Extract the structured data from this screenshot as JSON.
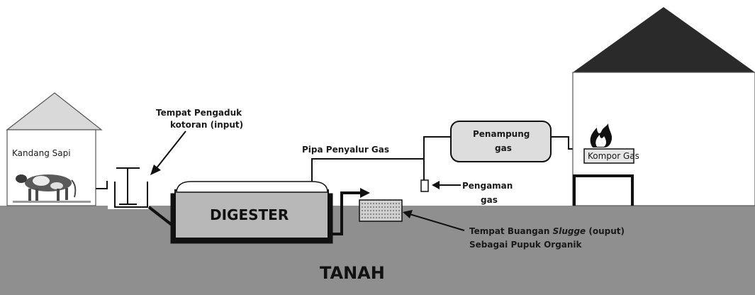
{
  "labels": {
    "kandang": "Kandang Sapi",
    "pengaduk_line1": "Tempat Pengaduk",
    "pengaduk_line2": "kotoran (input)",
    "digester": "DIGESTER",
    "pipa": "Pipa Penyalur Gas",
    "penampung_line1": "Penampung",
    "penampung_line2": "gas",
    "pengaman_line1": "Pengaman",
    "pengaman_line2": "gas",
    "kompor": "Kompor Gas",
    "buangan_prefix": "Tempat Buangan ",
    "buangan_italic": "Slugge",
    "buangan_suffix": " (ouput)",
    "pupuk": "Sebagai Pupuk Organik",
    "tanah": "TANAH"
  },
  "colors": {
    "ground": "#8f8f8f",
    "roof_left": "#d9d9d9",
    "roof_right": "#2a2a2a",
    "digester_fill": "#b8b8b8",
    "tank_fill": "#dddddd",
    "line": "#111111"
  }
}
